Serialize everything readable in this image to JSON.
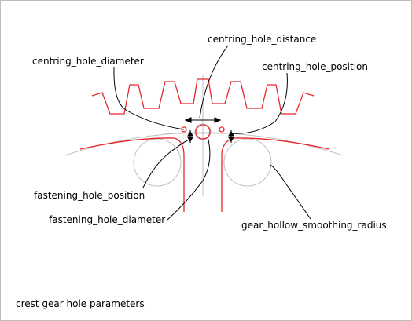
{
  "labels": {
    "centring_hole_distance": "centring_hole_distance",
    "centring_hole_diameter": "centring_hole_diameter",
    "centring_hole_position": "centring_hole_position",
    "fastening_hole_position": "fastening_hole_position",
    "fastening_hole_diameter": "fastening_hole_diameter",
    "gear_hollow_smoothing_radius": "gear_hollow_smoothing_radius"
  },
  "caption": "crest gear hole parameters",
  "colors": {
    "profile": "#e8262a",
    "construction": "#c0c0c0",
    "leader": "#000000"
  }
}
